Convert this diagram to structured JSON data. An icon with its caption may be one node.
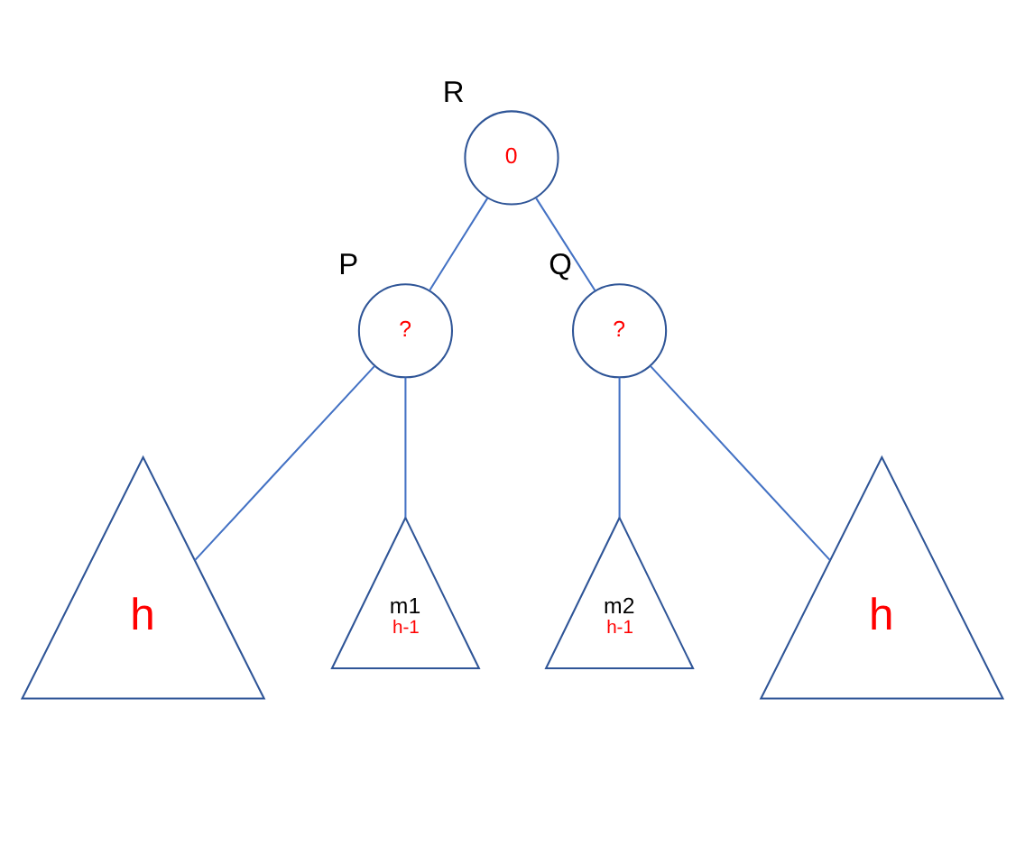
{
  "diagram": {
    "nodes": [
      {
        "text": [
          "R",
          "0"
        ]
      },
      {
        "text": [
          "P",
          "?"
        ]
      },
      {
        "text": [
          "Q",
          "?"
        ]
      },
      {
        "text": [
          "h"
        ]
      },
      {
        "text": [
          "m1",
          "h-1"
        ]
      },
      {
        "text": [
          "m2",
          "h-1"
        ]
      },
      {
        "text": [
          "h"
        ]
      }
    ],
    "edges": [
      {
        "from": 0,
        "to": 1,
        "arrow": "none"
      },
      {
        "from": 0,
        "to": 2,
        "arrow": "none"
      },
      {
        "from": 1,
        "to": 3,
        "arrow": "none"
      },
      {
        "from": 1,
        "to": 4,
        "arrow": "none"
      },
      {
        "from": 2,
        "to": 5,
        "arrow": "none"
      },
      {
        "from": 2,
        "to": 6,
        "arrow": "none"
      }
    ]
  }
}
